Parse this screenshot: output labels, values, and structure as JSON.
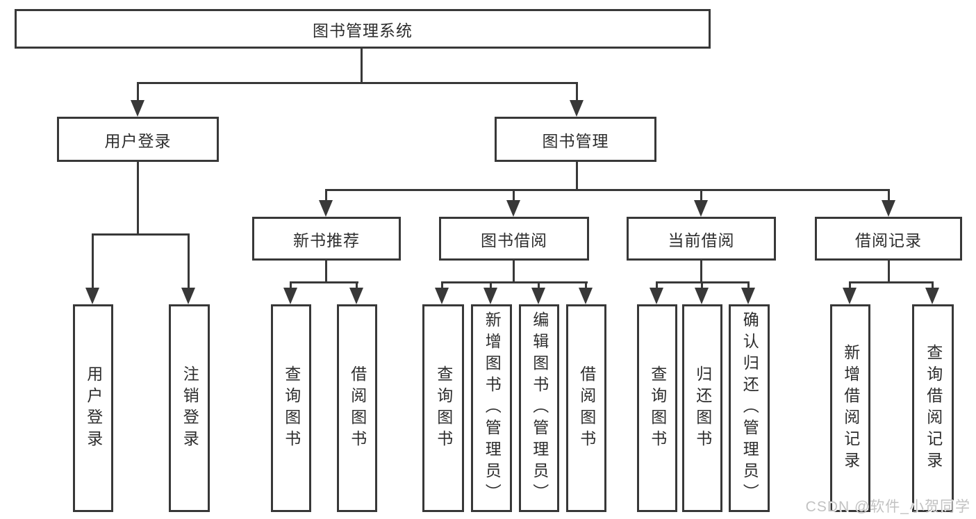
{
  "diagram": {
    "root": "图书管理系统",
    "level2": {
      "user_login": "用户登录",
      "book_mgmt": "图书管理"
    },
    "level3": {
      "new_book_rec": "新书推荐",
      "book_borrow": "图书借阅",
      "current_borrow": "当前借阅",
      "borrow_records": "借阅记录"
    },
    "leaves": {
      "user_login": "用户登录",
      "logout": "注销登录",
      "rec_query_book": "查询图书",
      "rec_borrow_book": "借阅图书",
      "bb_query_book": "查询图书",
      "bb_add_book": "新增图书（管理员）",
      "bb_edit_book": "编辑图书（管理员）",
      "bb_borrow_book": "借阅图书",
      "cb_query_book": "查询图书",
      "cb_return_book": "归还图书",
      "cb_confirm_return": "确认归还（管理员）",
      "br_add_record": "新增借阅记录",
      "br_query_record": "查询借阅记录"
    }
  },
  "watermark": "CSDN @软件_小贺同学",
  "colors": {
    "line": "#383838",
    "box_background": "#ffffff",
    "text": "#2d2d2d",
    "watermark": "#c2c2c2"
  }
}
